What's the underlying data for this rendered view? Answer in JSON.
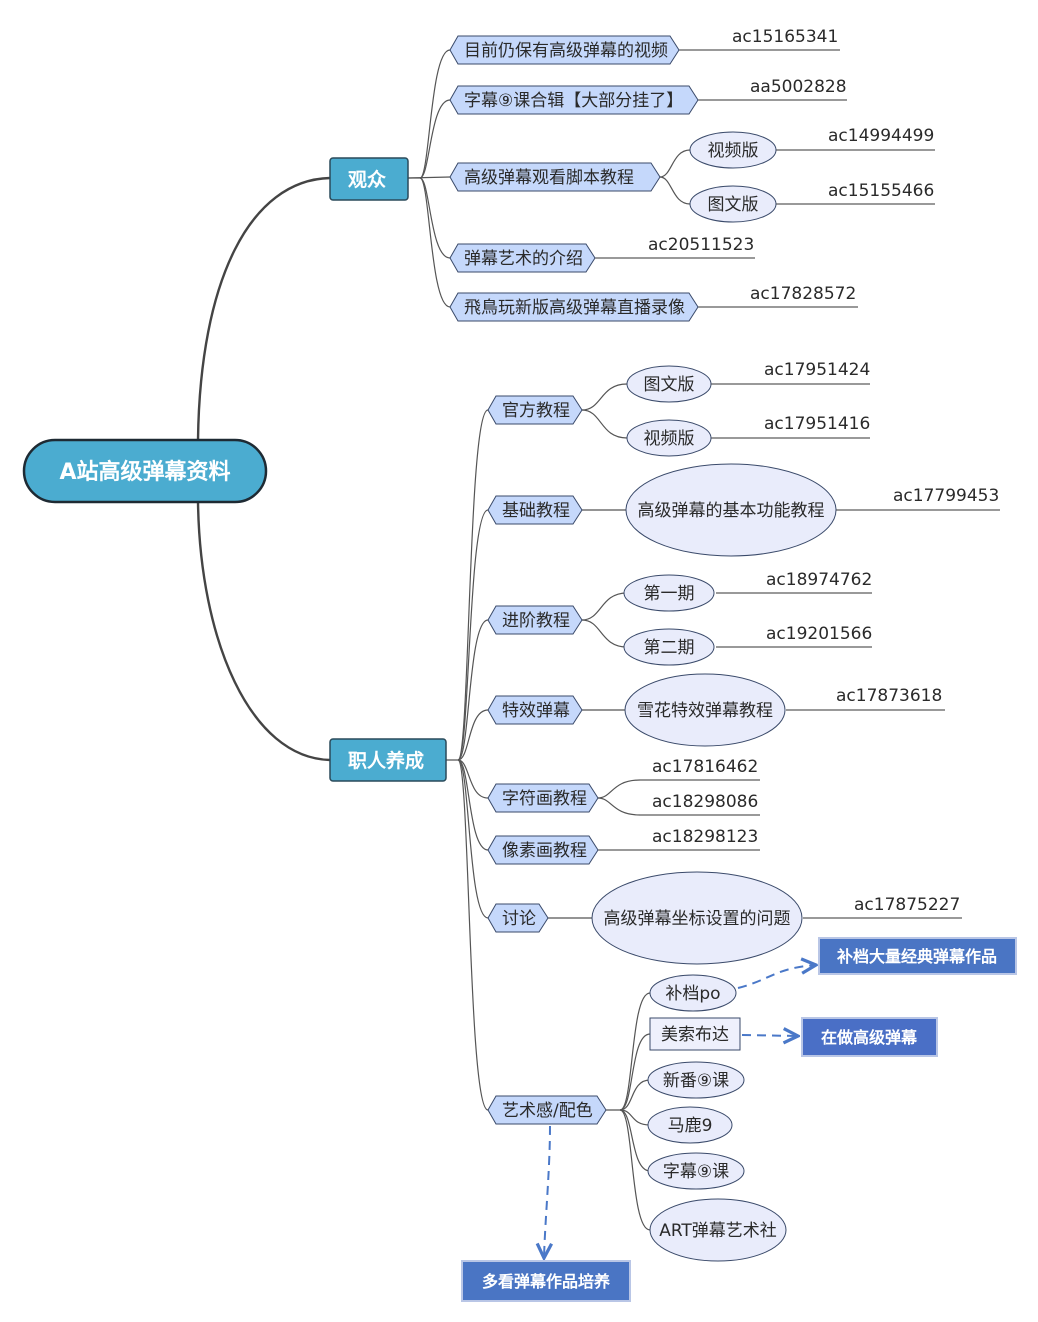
{
  "root": {
    "label": "A站高级弹幕资料"
  },
  "branches": [
    {
      "label": "观众",
      "children": [
        {
          "label": "目前仍保有高级弹幕的视频",
          "code": "ac15165341"
        },
        {
          "label": "字幕⑨课合辑【大部分挂了】",
          "code": "aa5002828"
        },
        {
          "label": "高级弹幕观看脚本教程",
          "children": [
            {
              "label": "视频版",
              "code": "ac14994499"
            },
            {
              "label": "图文版",
              "code": "ac15155466"
            }
          ]
        },
        {
          "label": "弹幕艺术的介绍",
          "code": "ac20511523"
        },
        {
          "label": "飛鳥玩新版高级弹幕直播录像",
          "code": "ac17828572"
        }
      ]
    },
    {
      "label": "职人养成",
      "children": [
        {
          "label": "官方教程",
          "children": [
            {
              "label": "图文版",
              "code": "ac17951424"
            },
            {
              "label": "视频版",
              "code": "ac17951416"
            }
          ]
        },
        {
          "label": "基础教程",
          "children": [
            {
              "label": "高级弹幕的基本功能教程",
              "code": "ac17799453"
            }
          ]
        },
        {
          "label": "进阶教程",
          "children": [
            {
              "label": "第一期",
              "code": "ac18974762"
            },
            {
              "label": "第二期",
              "code": "ac19201566"
            }
          ]
        },
        {
          "label": "特效弹幕",
          "children": [
            {
              "label": "雪花特效弹幕教程",
              "code": "ac17873618"
            }
          ]
        },
        {
          "label": "字符画教程",
          "codes": [
            "ac17816462",
            "ac18298086"
          ]
        },
        {
          "label": "像素画教程",
          "code": "ac18298123"
        },
        {
          "label": "讨论",
          "children": [
            {
              "label": "高级弹幕坐标设置的问题",
              "code": "ac17875227"
            }
          ]
        },
        {
          "label": "艺术感/配色",
          "children": [
            {
              "label": "补档po",
              "note": "补档大量经典弹幕作品"
            },
            {
              "label": "美索布达",
              "note": "在做高级弹幕"
            },
            {
              "label": "新番⑨课"
            },
            {
              "label": "马鹿9"
            },
            {
              "label": "字幕⑨课"
            },
            {
              "label": "ART弹幕艺术社"
            }
          ],
          "note": "多看弹幕作品培养"
        }
      ]
    }
  ],
  "colors": {
    "root_fill": "#4bacd0",
    "main_fill": "#4bacd0",
    "tag_fill": "#c5d8fb",
    "ellipse_fill": "#e9ecfb",
    "note_fill": "#4a75c4",
    "dash_line": "#4a78c8"
  }
}
